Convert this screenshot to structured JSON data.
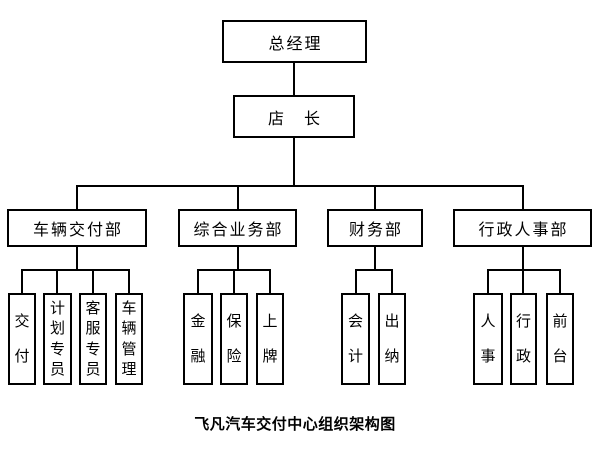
{
  "title": "飞凡汽车交付中心组织架构图",
  "colors": {
    "background": "#ffffff",
    "box_border": "#000000",
    "connector_line": "#000000",
    "text": "#000000"
  },
  "org": {
    "level1": "总经理",
    "level2": "店　长",
    "departments": [
      {
        "label": "车辆交付部",
        "children": [
          "交付",
          "计划专员",
          "客服专员",
          "车辆管理"
        ]
      },
      {
        "label": "综合业务部",
        "children": [
          "金融",
          "保险",
          "上牌"
        ]
      },
      {
        "label": "财务部",
        "children": [
          "会计",
          "出纳"
        ]
      },
      {
        "label": "行政人事部",
        "children": [
          "人事",
          "行政",
          "前台"
        ]
      }
    ]
  }
}
